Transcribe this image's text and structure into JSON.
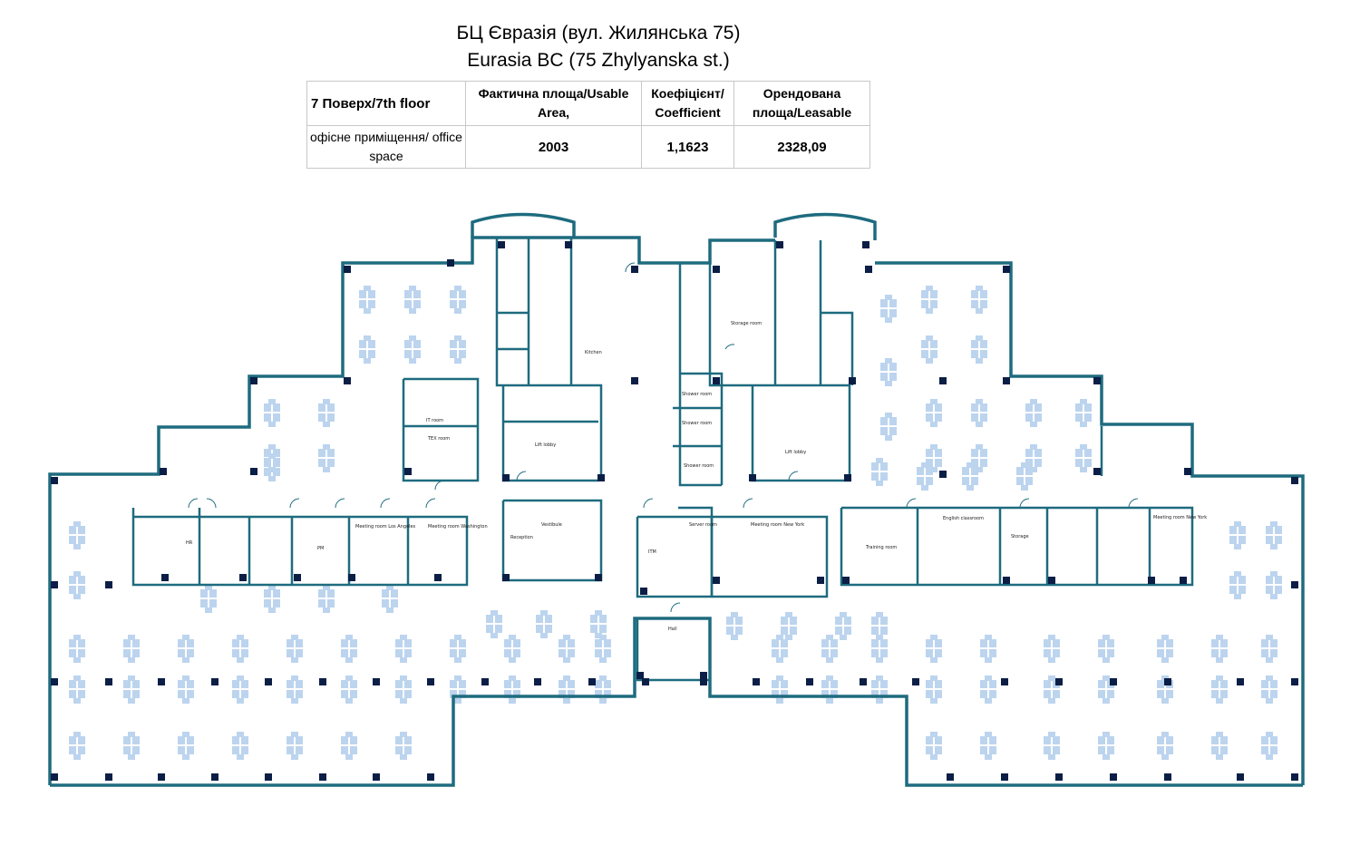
{
  "header": {
    "title_ua": "БЦ Євразія (вул. Жилянська 75)",
    "title_en": "Eurasia BC (75 Zhylyanska st.)"
  },
  "area_table": {
    "floor": "7 Поверх/7th floor",
    "headers": [
      "Фактична площа/Usable Area,",
      "Коефіцієнт/ Coefficient",
      "Орендована площа/Leasable"
    ],
    "row_label": "офісне приміщення/ office space",
    "usable_area": "2003",
    "coefficient": "1,1623",
    "leasable_area": "2328,09"
  },
  "plan_labels": {
    "kitchen": "Kitchen",
    "storage": "Storage room",
    "shower_1": "Shower room",
    "shower_2": "Shower room",
    "shower_3": "Shower room",
    "it_room": "IT room",
    "tex_room": "TEX room",
    "lift_lobby_left": "Lift lobby",
    "lift_lobby_right": "Lift lobby",
    "hr": "HR",
    "pm": "PM",
    "meeting_la": "Meeting room Los Angeles",
    "meeting_wa": "Meeting room Washington",
    "vestibule": "Vestibule",
    "reception": "Reception",
    "it": "ITM",
    "server": "Server room",
    "meeting_ny": "Meeting room New York",
    "training": "Training room",
    "english": "English classroom",
    "storage_2": "Storage",
    "meeting_nyc": "Meeting room New York",
    "hall": "Hall"
  },
  "colors": {
    "wall": "#1e6b7f",
    "column": "#0b1e46",
    "desk": "#bcd4ee"
  }
}
